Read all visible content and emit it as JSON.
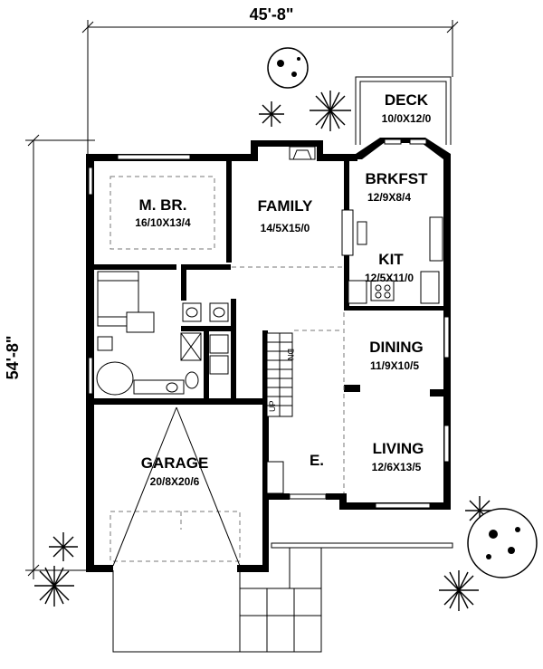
{
  "dimensions": {
    "width_label": "45'-8\"",
    "depth_label": "54'-8\""
  },
  "rooms": {
    "deck": {
      "name": "DECK",
      "size": "10/0X12/0"
    },
    "brkfst": {
      "name": "BRKFST",
      "size": "12/9X8/4"
    },
    "mbr": {
      "name": "M. BR.",
      "size": "16/10X13/4"
    },
    "family": {
      "name": "FAMILY",
      "size": "14/5X15/0"
    },
    "kit": {
      "name": "KIT",
      "size": "12/5X11/0"
    },
    "dining": {
      "name": "DINING",
      "size": "11/9X10/5"
    },
    "living": {
      "name": "LIVING",
      "size": "12/6X13/5"
    },
    "garage": {
      "name": "GARAGE",
      "size": "20/8X20/6"
    },
    "entry": {
      "name": "E."
    }
  },
  "stairs": {
    "up": "UP",
    "down": "DN"
  }
}
